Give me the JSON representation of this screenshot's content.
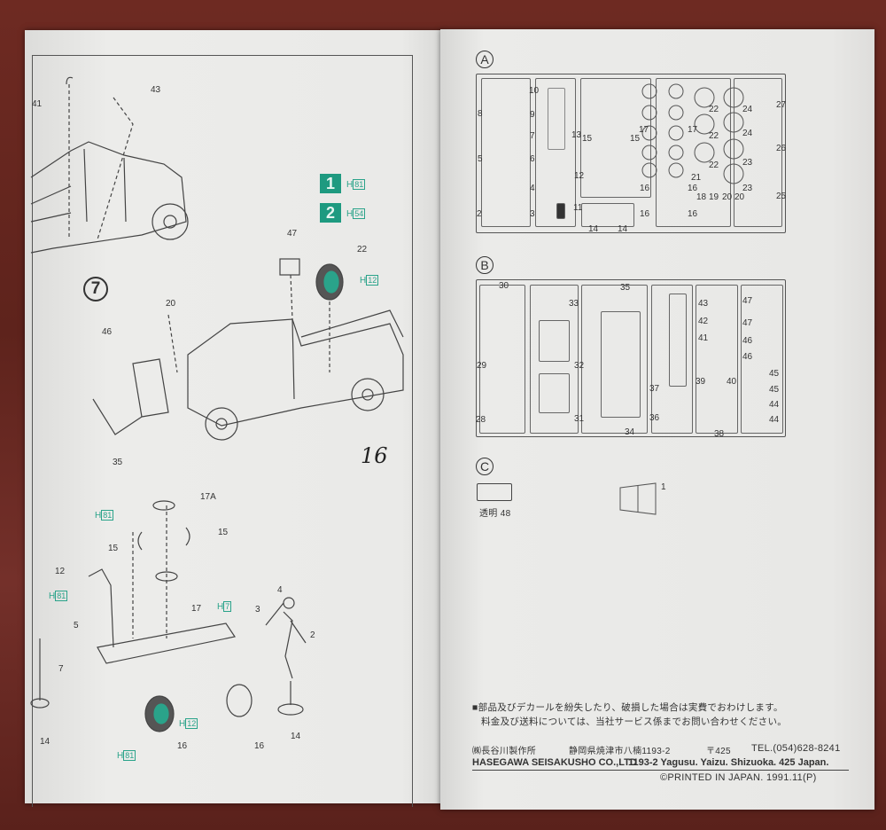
{
  "left_page": {
    "step_number": "7",
    "handwritten_page_number": "16",
    "color_badges": [
      {
        "number": "1",
        "code": "81"
      },
      {
        "number": "2",
        "code": "54"
      }
    ],
    "paint_prefix": "H",
    "callouts": [
      "41",
      "43",
      "47",
      "22",
      "20",
      "46",
      "35",
      "17A",
      "15",
      "15",
      "12",
      "17",
      "5",
      "7",
      "3",
      "4",
      "2",
      "14",
      "14",
      "16",
      "16"
    ],
    "paint_codes": [
      "12",
      "81",
      "81",
      "7",
      "81",
      "12"
    ]
  },
  "right_page": {
    "sprue_a": {
      "label": "A",
      "parts": [
        "10",
        "8",
        "9",
        "7",
        "5",
        "6",
        "4",
        "2",
        "3",
        "13",
        "12",
        "11",
        "15",
        "15",
        "17",
        "17",
        "16",
        "16",
        "16",
        "16",
        "22",
        "22",
        "22",
        "21",
        "24",
        "24",
        "23",
        "23",
        "27",
        "26",
        "25",
        "18",
        "19",
        "20",
        "20",
        "14",
        "14"
      ]
    },
    "sprue_b": {
      "label": "B",
      "parts": [
        "30",
        "33",
        "29",
        "32",
        "28",
        "31",
        "35",
        "34",
        "37",
        "36",
        "43",
        "42",
        "41",
        "39",
        "40",
        "38",
        "47",
        "47",
        "46",
        "46",
        "45",
        "45",
        "44",
        "44"
      ]
    },
    "sprue_c": {
      "label": "C",
      "clear_label": "透明",
      "clear_part": "48",
      "part": "1"
    },
    "notice": {
      "line1": "■部品及びデカールを紛失したり、破損した場合は実費でおわけします。",
      "line2": "料金及び送料については、当社サービス係までお問い合わせください。",
      "company_jp": "㈱長谷川製作所",
      "address_jp": "静岡県焼津市八楠1193-2",
      "postal": "〒425",
      "tel": "TEL.(054)628-8241",
      "company_en": "HASEGAWA SEISAKUSHO CO.,LTD",
      "address_en": "1193-2 Yagusu. Yaizu. Shizuoka. 425 Japan.",
      "printed": "©PRINTED IN JAPAN. 1991.11(P)"
    }
  },
  "colors": {
    "paint_accent": "#1e9a80",
    "background": "#6e2a22",
    "paper": "#e9e9e7"
  }
}
